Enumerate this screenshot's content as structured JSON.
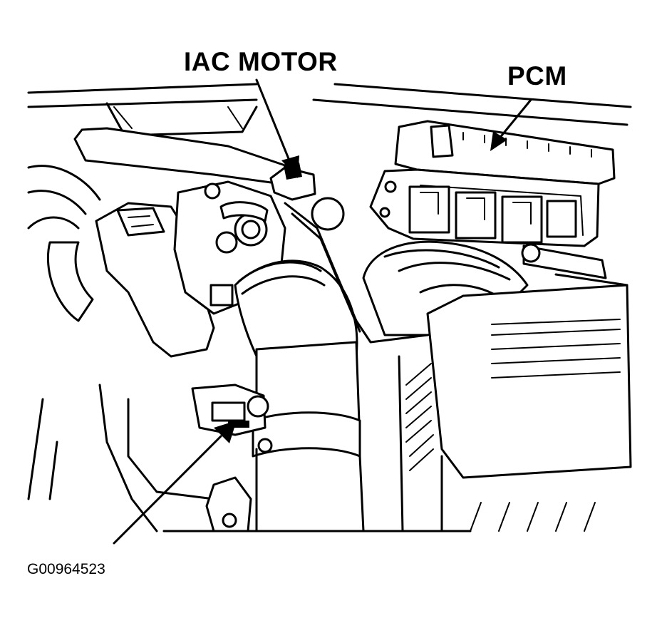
{
  "labels": {
    "iac_motor": "IAC MOTOR",
    "pcm": "PCM",
    "figure_code": "G00964523"
  },
  "colors": {
    "line": "#000000",
    "background": "#ffffff"
  }
}
